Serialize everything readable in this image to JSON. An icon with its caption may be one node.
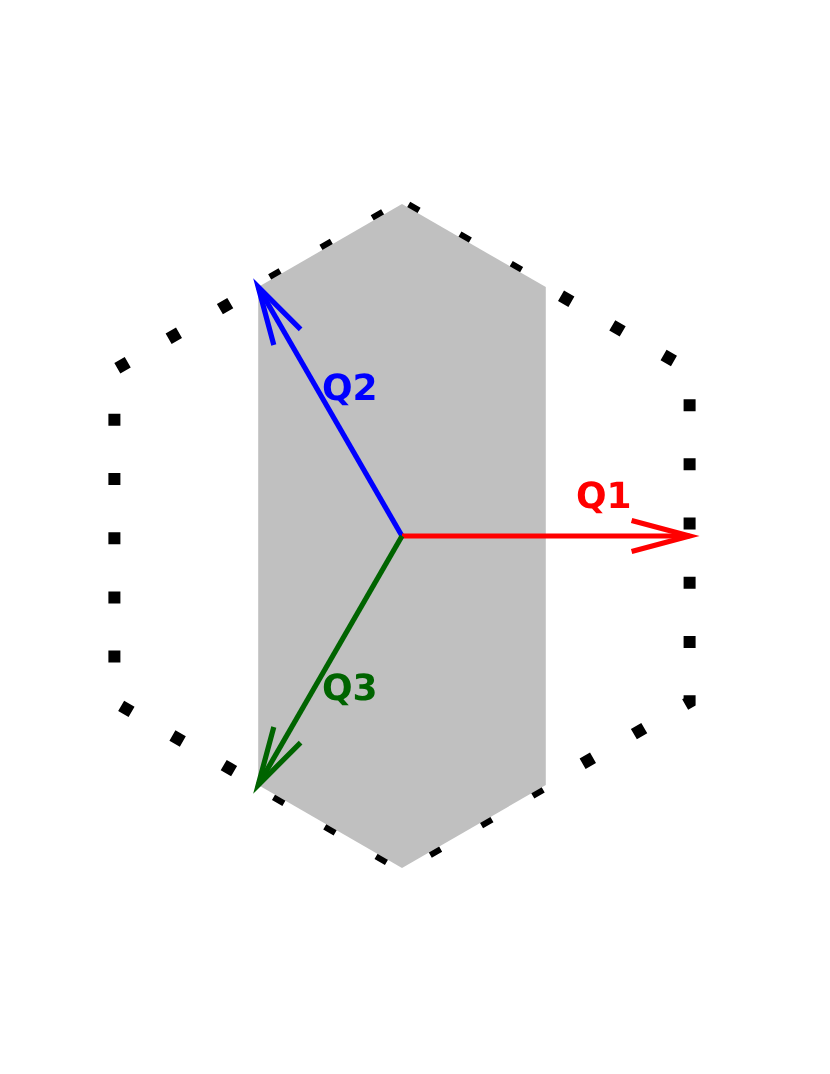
{
  "diagram": {
    "labels": [
      "Q2",
      "Q1",
      "Q3"
    ]
  }
}
